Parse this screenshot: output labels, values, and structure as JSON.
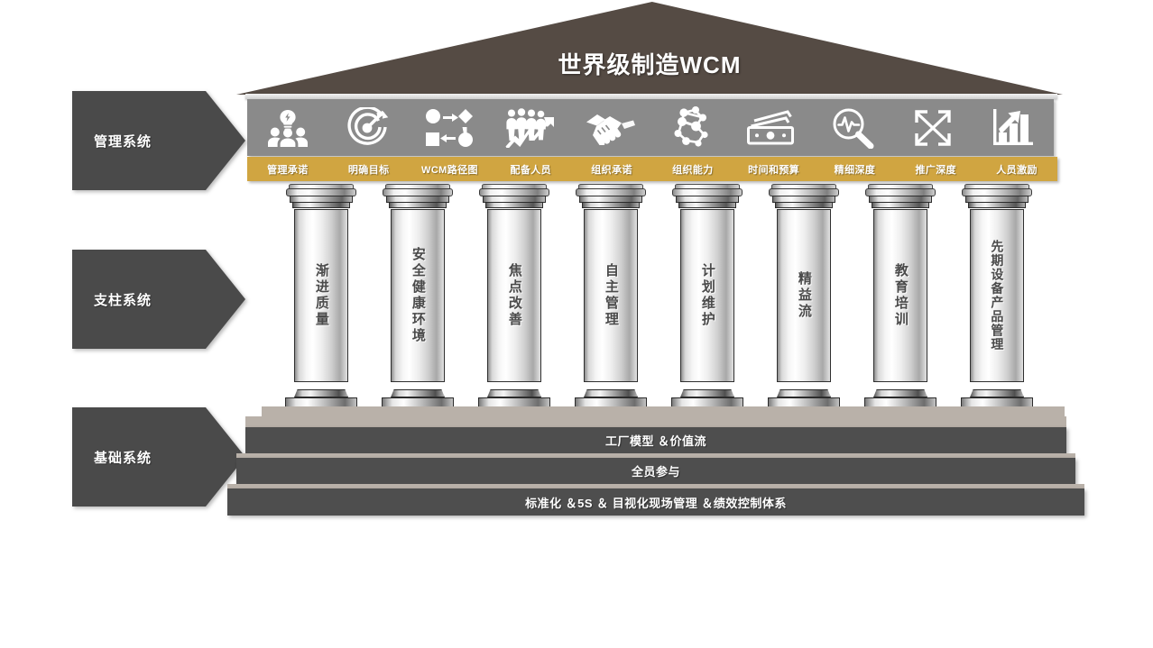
{
  "title": "世界级制造WCM",
  "colors": {
    "roof": "#554b44",
    "frieze": "#8a8a8a",
    "gold": "#d0a541",
    "side_tag": "#4a4a4a",
    "step_front": "#4e4e4e",
    "step_top": "#b9b1a9",
    "pillar_text": "#4a4a4a"
  },
  "side_tags": [
    {
      "label": "管理系统",
      "name": "management-system"
    },
    {
      "label": "支柱系统",
      "name": "pillar-system"
    },
    {
      "label": "基础系统",
      "name": "foundation-system"
    }
  ],
  "frieze": {
    "icons": [
      {
        "name": "people-lightbulb-icon",
        "label": "管理承诺"
      },
      {
        "name": "target-dart-icon",
        "label": "明确目标"
      },
      {
        "name": "process-flow-icon",
        "label": "WCM路径图"
      },
      {
        "name": "team-growth-arrow-icon",
        "label": "配备人员"
      },
      {
        "name": "handshake-icon",
        "label": "组织承诺"
      },
      {
        "name": "network-nodes-icon",
        "label": "组织能力"
      },
      {
        "name": "money-cash-icon",
        "label": "时间和预算"
      },
      {
        "name": "magnifier-pulse-icon",
        "label": "精细深度"
      },
      {
        "name": "expand-arrows-icon",
        "label": "推广深度"
      },
      {
        "name": "bar-chart-growth-icon",
        "label": "人员激励"
      }
    ]
  },
  "pillars": [
    {
      "name": "pillar-progressive-quality",
      "label": "渐进质量"
    },
    {
      "name": "pillar-safety-health-environment",
      "label": "安全健康环境"
    },
    {
      "name": "pillar-focused-improvement",
      "label": "焦点改善"
    },
    {
      "name": "pillar-autonomous-management",
      "label": "自主管理"
    },
    {
      "name": "pillar-planned-maintenance",
      "label": "计划维护"
    },
    {
      "name": "pillar-lean-flow",
      "label": "精益流"
    },
    {
      "name": "pillar-education-training",
      "label": "教育培训"
    },
    {
      "name": "pillar-early-equipment-product-management",
      "label": "先期设备产品管理"
    }
  ],
  "foundation": [
    {
      "name": "step-factory-model",
      "label": "工厂模型 ＆价值流"
    },
    {
      "name": "step-total-participation",
      "label": "全员参与"
    },
    {
      "name": "step-standardization",
      "label": "标准化 ＆5S ＆ 目视化现场管理 ＆绩效控制体系"
    }
  ]
}
